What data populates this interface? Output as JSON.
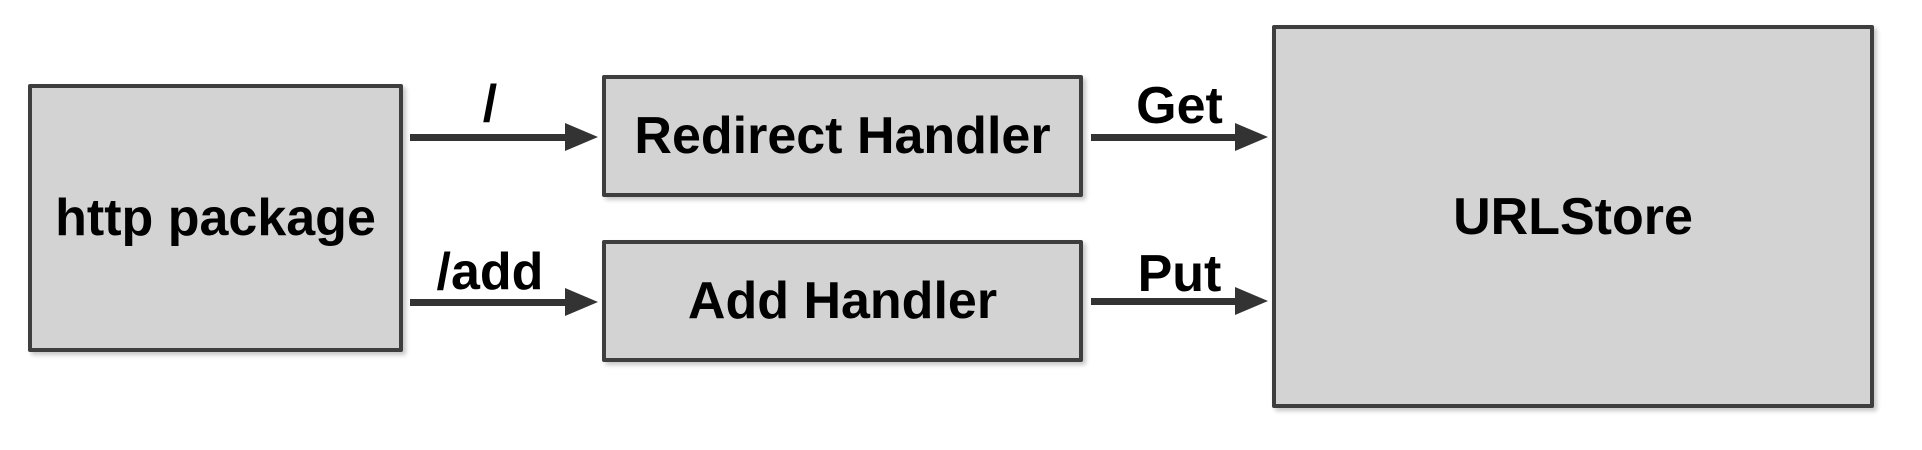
{
  "diagram": {
    "nodes": {
      "http_package": {
        "label": "http package"
      },
      "redirect_handler": {
        "label": "Redirect Handler"
      },
      "add_handler": {
        "label": "Add Handler"
      },
      "urlstore": {
        "label": "URLStore"
      }
    },
    "edges": {
      "root_route": {
        "label": "/",
        "from": "http_package",
        "to": "redirect_handler"
      },
      "add_route": {
        "label": "/add",
        "from": "http_package",
        "to": "add_handler"
      },
      "get": {
        "label": "Get",
        "from": "redirect_handler",
        "to": "urlstore"
      },
      "put": {
        "label": "Put",
        "from": "add_handler",
        "to": "urlstore"
      }
    },
    "colors": {
      "background": "#ffffff",
      "node_fill": "#d3d3d3",
      "node_border": "#3e3e3e",
      "arrow": "#333333",
      "label_text": "#000000"
    }
  }
}
